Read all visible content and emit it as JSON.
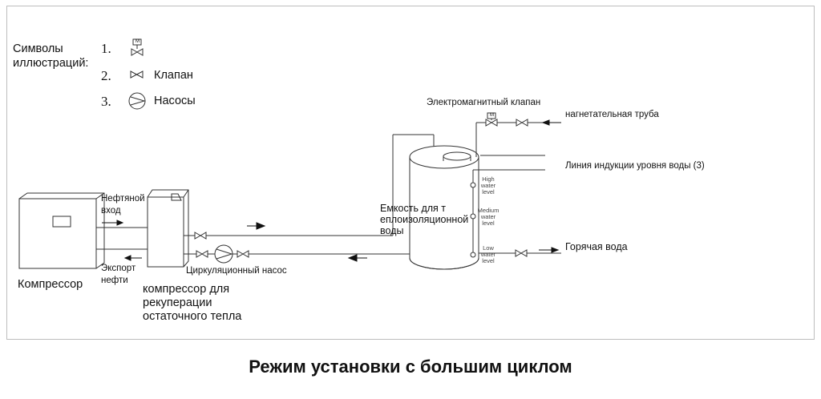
{
  "legend": {
    "title_line1": "Символы",
    "title_line2": "иллюстраций:",
    "items": [
      {
        "number": "1.",
        "symbol": "motor-valve-icon",
        "label": ""
      },
      {
        "number": "2.",
        "symbol": "valve-icon",
        "label": "Клапан"
      },
      {
        "number": "3.",
        "symbol": "pump-icon",
        "label": "Насосы"
      }
    ]
  },
  "compressor": {
    "label": "Компрессор",
    "oil_in_line1": "Нефтяной",
    "oil_in_line2": "вход",
    "oil_out_line1": "Экспорт",
    "oil_out_line2": "нефти"
  },
  "recovery": {
    "line1": "компрессор для",
    "line2": "рекуперации",
    "line3": "остаточного тепла"
  },
  "circulation_pump": "Циркуляционный насос",
  "tank": {
    "line1": "Емкость для т",
    "line2": "еплоизоляционной",
    "line3": "воды",
    "levels": [
      {
        "line1": "High",
        "line2": "water",
        "line3": "level"
      },
      {
        "line1": "Medium",
        "line2": "water",
        "line3": "level"
      },
      {
        "line1": "Low",
        "line2": "water",
        "line3": "level"
      }
    ]
  },
  "solenoid_valve": "Электромагнитный клапан",
  "supply_pipe": "нагнетательная труба",
  "level_line": "Линия индукции уровня воды (3)",
  "hot_water": "Горячая вода",
  "motor_label": "M",
  "caption": "Режим установки с большим циклом"
}
